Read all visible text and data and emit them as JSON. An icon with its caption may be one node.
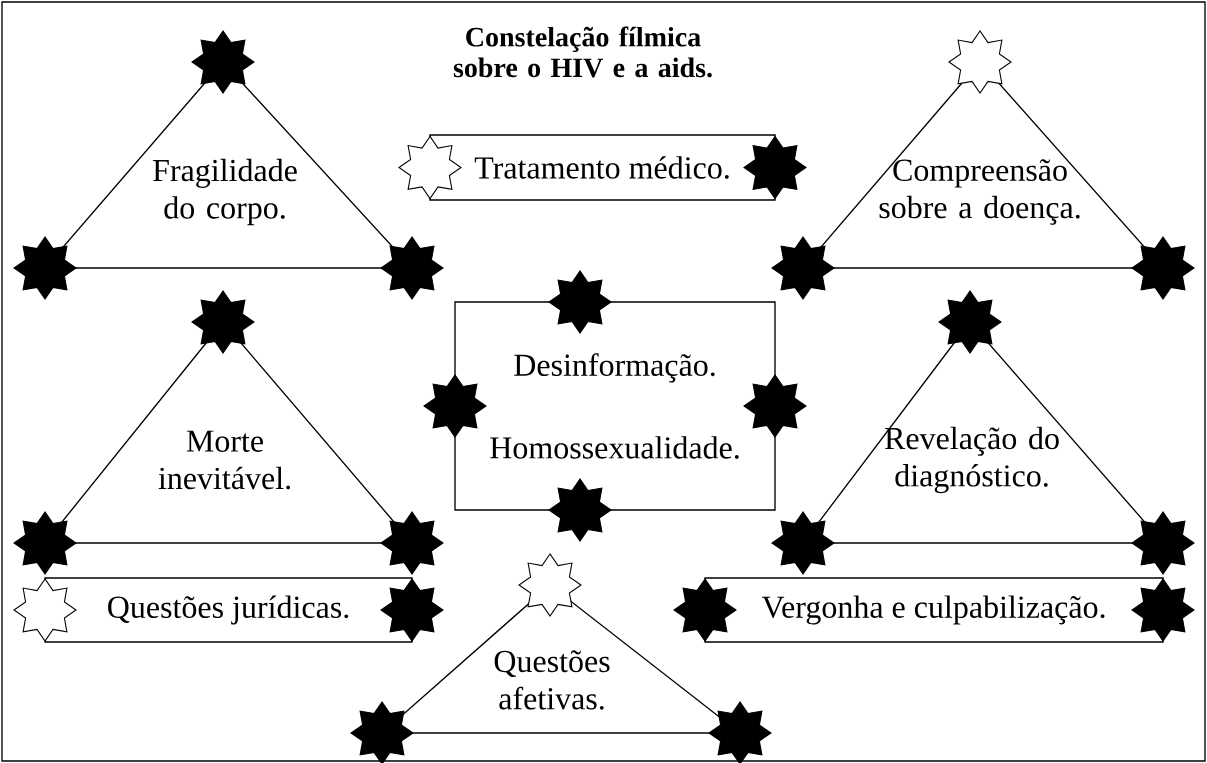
{
  "diagram": {
    "title": "Constelação fílmica sobre o HIV e a aids.",
    "nodes": [
      {
        "text": [
          "Fragilidade do corpo."
        ]
      },
      {
        "text": [
          "Tratamento médico."
        ]
      },
      {
        "text": [
          "Compreensão sobre a doença."
        ]
      },
      {
        "text": [
          "Desinformação.",
          "Homossexualidade."
        ]
      },
      {
        "text": [
          "Morte inevitável."
        ]
      },
      {
        "text": [
          "Revelação do diagnóstico."
        ]
      },
      {
        "text": [
          "Questões jurídicas."
        ]
      },
      {
        "text": [
          "Questões afetivas."
        ]
      },
      {
        "text": [
          "Vergonha e culpabilização."
        ]
      }
    ]
  }
}
